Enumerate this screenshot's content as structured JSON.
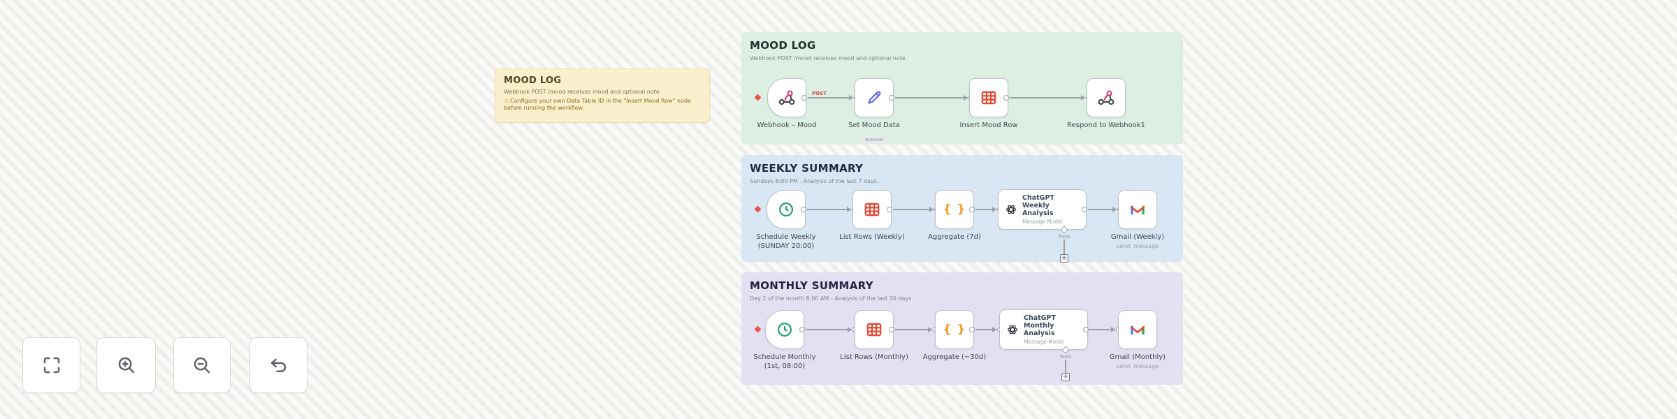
{
  "colors": {
    "canvas": "#f4f4f1",
    "section_mood": "#dcefe2",
    "section_weekly": "#d9e6f4",
    "section_monthly": "#e3e0f2",
    "sticky": "#fbf0cd",
    "connector": "#9aa0a6",
    "trigger_spark_red": "#e8554a",
    "webhook_pink": "#d6326e",
    "table_red": "#e8442e",
    "clock_green": "#23a06d",
    "pencil_indigo": "#5c63e3",
    "braces_orange": "#f59a23"
  },
  "sticky_note": {
    "title": "MOOD LOG",
    "body": "Webhook POST /mood receives mood and optional note.",
    "warning": "Configure your own Data Table ID in the \"Insert Mood Row\" node before running the workflow."
  },
  "sections": [
    {
      "title": "MOOD LOG",
      "subtitle": "Webhook POST /mood receives mood and optional note",
      "nodes": [
        {
          "label": "Webhook – Mood",
          "icon": "webhook-icon",
          "output_label": "POST"
        },
        {
          "label": "Set Mood Data",
          "icon": "pencil-icon",
          "sublabel": "manual"
        },
        {
          "label": "Insert Mood Row",
          "icon": "table-icon"
        },
        {
          "label": "Respond to Webhook1",
          "icon": "webhook-icon"
        }
      ]
    },
    {
      "title": "WEEKLY SUMMARY",
      "subtitle": "Sundays 8:00 PM - Analysis of the last 7 days.",
      "nodes": [
        {
          "label": "Schedule Weekly (SUNDAY 20:00)",
          "icon": "clock-icon"
        },
        {
          "label": "List Rows (Weekly)",
          "icon": "table-icon"
        },
        {
          "label": "Aggregate (7d)",
          "icon": "braces-icon",
          "icon_text": "{ }"
        },
        {
          "label": "ChatGPT Weekly Analysis",
          "icon": "openai-icon",
          "sublabel": "Message Model",
          "port_label": "Tools"
        },
        {
          "label": "Gmail (Weekly)",
          "icon": "gmail-icon",
          "sublabel": "send: message"
        }
      ]
    },
    {
      "title": "MONTHLY SUMMARY",
      "subtitle": "Day 1 of the month 8:00 AM - Analysis of the last 30 days",
      "nodes": [
        {
          "label": "Schedule Monthly (1st, 08:00)",
          "icon": "clock-icon"
        },
        {
          "label": "List Rows (Monthly)",
          "icon": "table-icon"
        },
        {
          "label": "Aggregate (~30d)",
          "icon": "braces-icon",
          "icon_text": "{ }"
        },
        {
          "label": "ChatGPT Monthly Analysis",
          "icon": "openai-icon",
          "sublabel": "Message Model",
          "port_label": "Tools"
        },
        {
          "label": "Gmail (Monthly)",
          "icon": "gmail-icon",
          "sublabel": "send: message"
        }
      ]
    }
  ],
  "controls": {
    "items": [
      {
        "name": "fit-view"
      },
      {
        "name": "zoom-in"
      },
      {
        "name": "zoom-out"
      },
      {
        "name": "undo"
      }
    ]
  }
}
